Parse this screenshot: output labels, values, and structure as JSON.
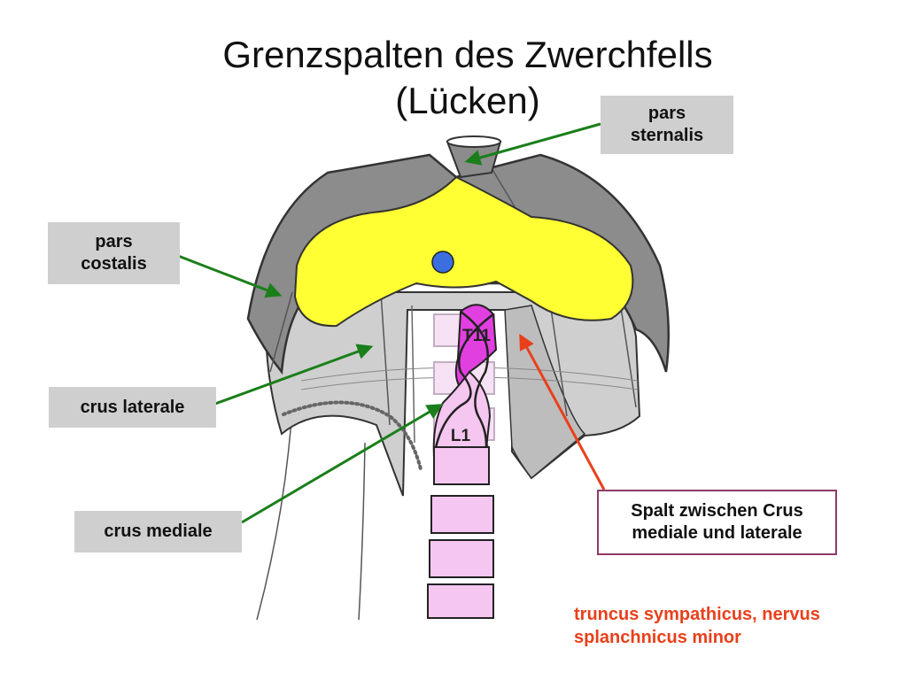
{
  "title": {
    "line1": "Grenzspalten des Zwerchfells",
    "line2": "(Lücken)"
  },
  "labels": {
    "pars_sternalis": {
      "line1": "pars",
      "line2": "sternalis"
    },
    "pars_costalis": {
      "line1": "pars",
      "line2": "costalis"
    },
    "crus_laterale": "crus laterale",
    "crus_mediale": "crus mediale",
    "spalt": {
      "line1": "Spalt zwischen Crus",
      "line2": "mediale und laterale"
    }
  },
  "vertebrae": {
    "t11": "T11",
    "l1": "L1"
  },
  "note": {
    "line1": "truncus sympathicus, nervus",
    "line2": "splanchnicus minor"
  },
  "colors": {
    "central_tendon": "#ffff33",
    "muscle_dark": "#8c8c8c",
    "muscle_light": "#cfcfcf",
    "vertebra": "#f5c6f0",
    "vertebra_accent": "#e23fe0",
    "arrow_green": "#1a7f1a",
    "arrow_red": "#e8401b",
    "label_box": "#cfcfcf",
    "outline_box": "#8e3a68"
  }
}
